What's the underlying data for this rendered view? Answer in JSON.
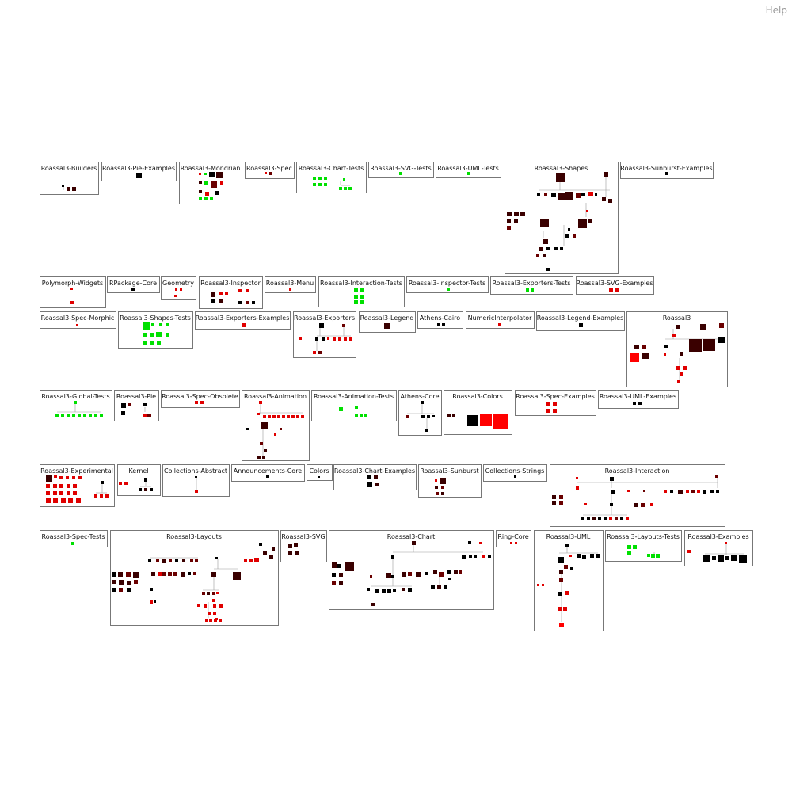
{
  "help": {
    "label": "Help"
  },
  "colors": {
    "green": "#00e000",
    "black": "#000000",
    "dark": "#3a0000",
    "maroon": "#6a0000",
    "red": "#e00000",
    "bright_red": "#ff0000"
  },
  "packages": [
    {
      "name": "Roassal3-Builders"
    },
    {
      "name": "Roassal3-Pie-Examples"
    },
    {
      "name": "Roassal3-Mondrian"
    },
    {
      "name": "Roassal3-Spec"
    },
    {
      "name": "Roassal3-Chart-Tests"
    },
    {
      "name": "Roassal3-SVG-Tests"
    },
    {
      "name": "Roassal3-UML-Tests"
    },
    {
      "name": "Roassal3-Shapes"
    },
    {
      "name": "Roassal3-Sunburst-Examples"
    },
    {
      "name": "Polymorph-Widgets"
    },
    {
      "name": "RPackage-Core"
    },
    {
      "name": "Geometry"
    },
    {
      "name": "Roassal3-Inspector"
    },
    {
      "name": "Roassal3-Menu"
    },
    {
      "name": "Roassal3-Interaction-Tests"
    },
    {
      "name": "Roassal3-Inspector-Tests"
    },
    {
      "name": "Roassal3-Exporters-Tests"
    },
    {
      "name": "Roassal3-SVG-Examples"
    },
    {
      "name": "Roassal3-Spec-Morphic"
    },
    {
      "name": "Roassal3-Shapes-Tests"
    },
    {
      "name": "Roassal3-Exporters-Examples"
    },
    {
      "name": "Roassal3-Exporters"
    },
    {
      "name": "Roassal3-Legend"
    },
    {
      "name": "Athens-Cairo"
    },
    {
      "name": "NumericInterpolator"
    },
    {
      "name": "Roassal3-Legend-Examples"
    },
    {
      "name": "Roassal3"
    },
    {
      "name": "Roassal3-Global-Tests"
    },
    {
      "name": "Roassal3-Pie"
    },
    {
      "name": "Roassal3-Spec-Obsolete"
    },
    {
      "name": "Roassal3-Animation"
    },
    {
      "name": "Roassal3-Animation-Tests"
    },
    {
      "name": "Athens-Core"
    },
    {
      "name": "Roassal3-Colors"
    },
    {
      "name": "Roassal3-Spec-Examples"
    },
    {
      "name": "Roassal3-UML-Examples"
    },
    {
      "name": "Roassal3-Experimental"
    },
    {
      "name": "Kernel"
    },
    {
      "name": "Collections-Abstract"
    },
    {
      "name": "Announcements-Core"
    },
    {
      "name": "Colors"
    },
    {
      "name": "Roassal3-Chart-Examples"
    },
    {
      "name": "Roassal3-Sunburst"
    },
    {
      "name": "Collections-Strings"
    },
    {
      "name": "Roassal3-Interaction"
    },
    {
      "name": "Roassal3-Spec-Tests"
    },
    {
      "name": "Roassal3-Layouts"
    },
    {
      "name": "Roassal3-SVG"
    },
    {
      "name": "Roassal3-Chart"
    },
    {
      "name": "Ring-Core"
    },
    {
      "name": "Roassal3-UML"
    },
    {
      "name": "Roassal3-Layouts-Tests"
    },
    {
      "name": "Roassal3-Examples"
    }
  ]
}
